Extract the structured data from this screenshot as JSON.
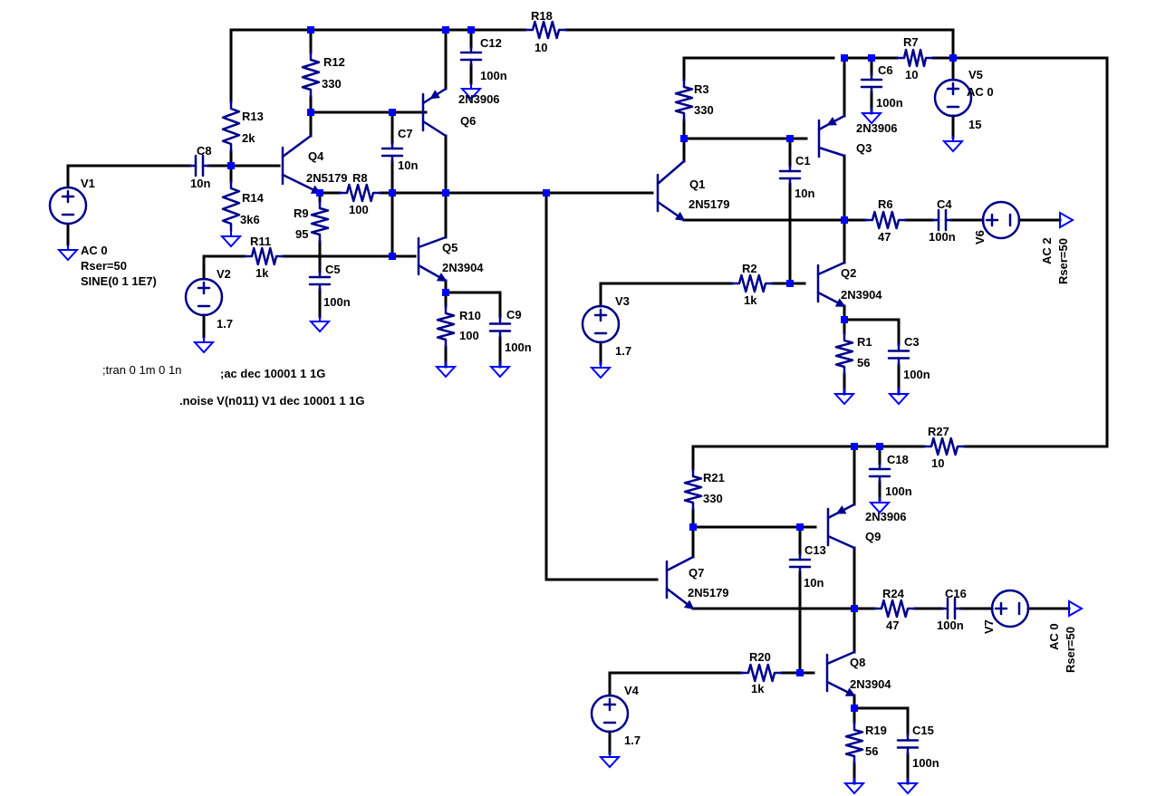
{
  "labels": {
    "R18": "R18",
    "R18v": "10",
    "C12": "C12",
    "C12v": "100n",
    "Q6t": "2N3906",
    "Q6": "Q6",
    "R12": "R12",
    "R12v": "330",
    "R13": "R13",
    "R13v": "2k",
    "R14": "R14",
    "R14v": "3k6",
    "C8": "C8",
    "C8v": "10n",
    "V1": "V1",
    "V1a": "AC 0",
    "V1b": "Rser=50",
    "V1c": "SINE(0 1 1E7)",
    "Q4": "Q4",
    "Q4t": "2N5179",
    "R8": "R8",
    "R8v": "100",
    "R9": "R9",
    "R9v": "95",
    "C7": "C7",
    "C7v": "10n",
    "R11": "R11",
    "R11v": "1k",
    "V2": "V2",
    "V2v": "1.7",
    "C5": "C5",
    "C5v": "100n",
    "Q5": "Q5",
    "Q5t": "2N3904",
    "R10": "R10",
    "R10v": "100",
    "C9": "C9",
    "C9v": "100n",
    "tran": ";tran 0 1m 0 1n",
    "ac": ";ac dec 10001 1 1G",
    "noise": ".noise V(n011) V1 dec 10001 1 1G",
    "R7": "R7",
    "R7v": "10",
    "C6": "C6",
    "C6v": "100n",
    "V5": "V5",
    "V5a": "AC 0",
    "V5v": "15",
    "R3": "R3",
    "R3v": "330",
    "Q3t": "2N3906",
    "Q3": "Q3",
    "Q1": "Q1",
    "Q1t": "2N5179",
    "C1": "C1",
    "C1v": "10n",
    "R6": "R6",
    "R6v": "47",
    "C4": "C4",
    "C4v": "100n",
    "V6": "V6",
    "V6a": "AC 2",
    "V6b": "Rser=50",
    "R2": "R2",
    "R2v": "1k",
    "V3": "V3",
    "V3v": "1.7",
    "Q2": "Q2",
    "Q2t": "2N3904",
    "R1": "R1",
    "R1v": "56",
    "C3": "C3",
    "C3v": "100n",
    "R27": "R27",
    "R27v": "10",
    "C18": "C18",
    "C18v": "100n",
    "R21": "R21",
    "R21v": "330",
    "Q9t": "2N3906",
    "Q9": "Q9",
    "C13": "C13",
    "C13v": "10n",
    "Q7": "Q7",
    "Q7t": "2N5179",
    "R24": "R24",
    "R24v": "47",
    "C16": "C16",
    "C16v": "100n",
    "V7": "V7",
    "V7a": "AC 0",
    "V7b": "Rser=50",
    "R20": "R20",
    "R20v": "1k",
    "V4": "V4",
    "V4v": "1.7",
    "Q8": "Q8",
    "Q8t": "2N3904",
    "R19": "R19",
    "R19v": "56",
    "C15": "C15",
    "C15v": "100n"
  }
}
